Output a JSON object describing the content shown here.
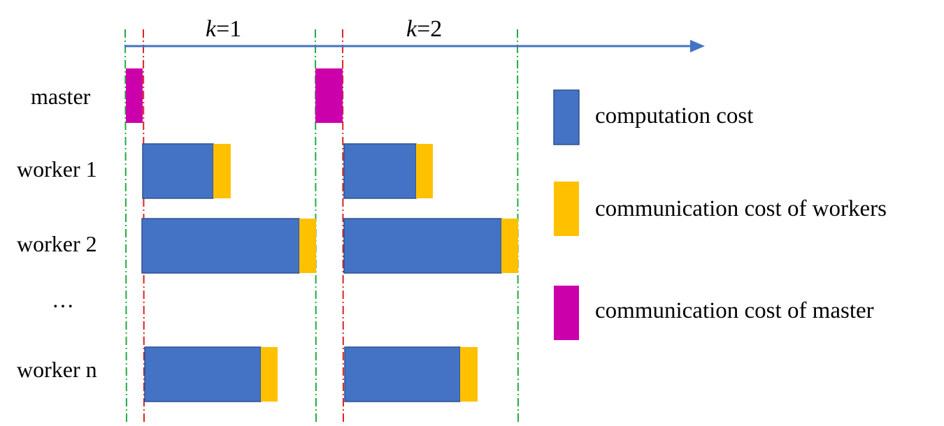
{
  "iterations": [
    {
      "var": "k",
      "eq": "=1"
    },
    {
      "var": "k",
      "eq": "=2"
    }
  ],
  "rows": {
    "master": "master",
    "worker1": "worker 1",
    "worker2": "worker 2",
    "ellipsis": "…",
    "workern": "worker n"
  },
  "legend": {
    "computation": "computation cost",
    "worker_comm": "communication cost of workers",
    "master_comm": "communication cost of master"
  },
  "colors": {
    "computation": "#4472C4",
    "worker_comm": "#FFC000",
    "master_comm": "#CC00AA",
    "timeline_arrow": "#4472C4",
    "iteration_boundary": "#22AA44",
    "master_done": "#DD2222"
  }
}
